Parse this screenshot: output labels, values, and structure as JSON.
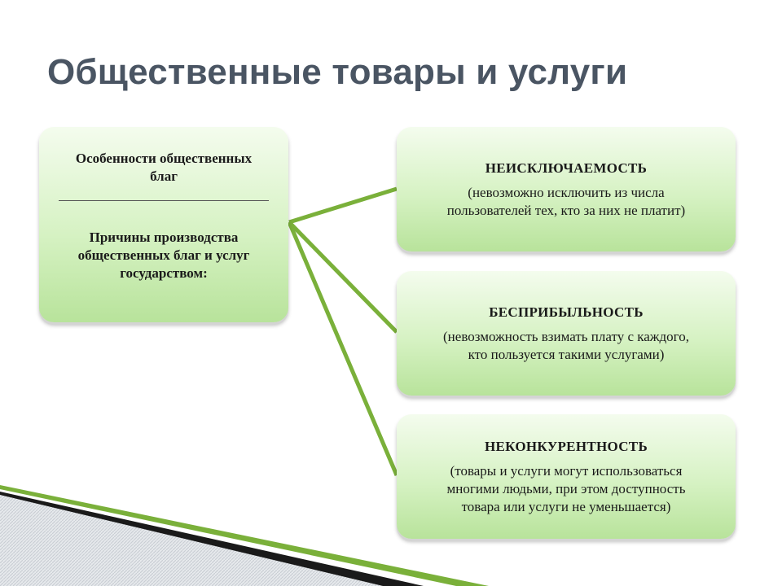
{
  "title": "Общественные товары и услуги",
  "left_box": {
    "line1": "Особенности общественных",
    "line2": "благ",
    "reason_line1": "Причины производства",
    "reason_line2": "общественных благ и услуг",
    "reason_line3": "государством:"
  },
  "items": [
    {
      "heading": "НЕИСКЛЮЧАЕМОСТЬ",
      "desc_line1": "(невозможно исключить из числа",
      "desc_line2": "пользователей тех, кто за них не платит)"
    },
    {
      "heading": "БЕСПРИБЫЛЬНОСТЬ",
      "desc_line1": "(невозможность взимать плату с каждого,",
      "desc_line2": "кто пользуется такими услугами)"
    },
    {
      "heading": "НЕКОНКУРЕНТНОСТЬ",
      "desc_line1": "(товары и услуги могут использоваться",
      "desc_line2": "многими людьми, при этом доступность",
      "desc_line3": "товара или услуги не уменьшается)"
    }
  ],
  "colors": {
    "title": "#4a5563",
    "connector": "#7ab03a",
    "box_top": "#f4fcee",
    "box_bottom": "#b8e39b"
  }
}
